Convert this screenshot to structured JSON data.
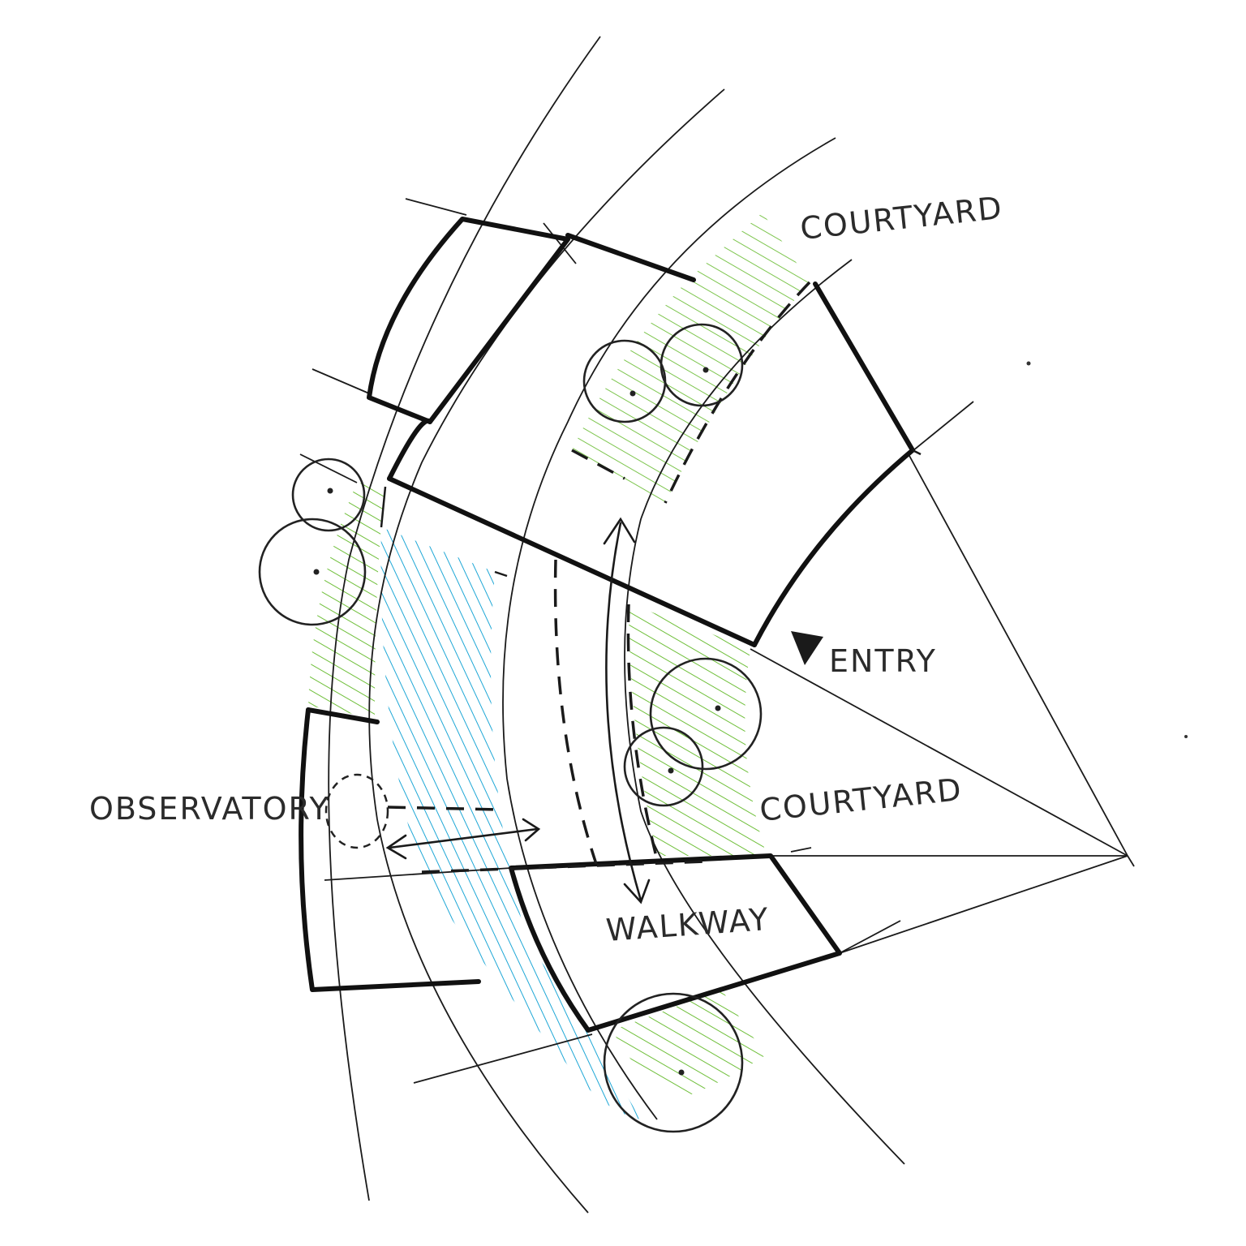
{
  "labels": {
    "courtyard_top": "COURTYARD",
    "entry": "ENTRY",
    "courtyard_right": "COURTYARD",
    "observatory": "OBSERVATORY",
    "walkway": "WALKWAY"
  },
  "colors": {
    "ink": "#1a1a1a",
    "green_hatch": "#6fbf3a",
    "blue_hatch": "#1ea7d6"
  }
}
